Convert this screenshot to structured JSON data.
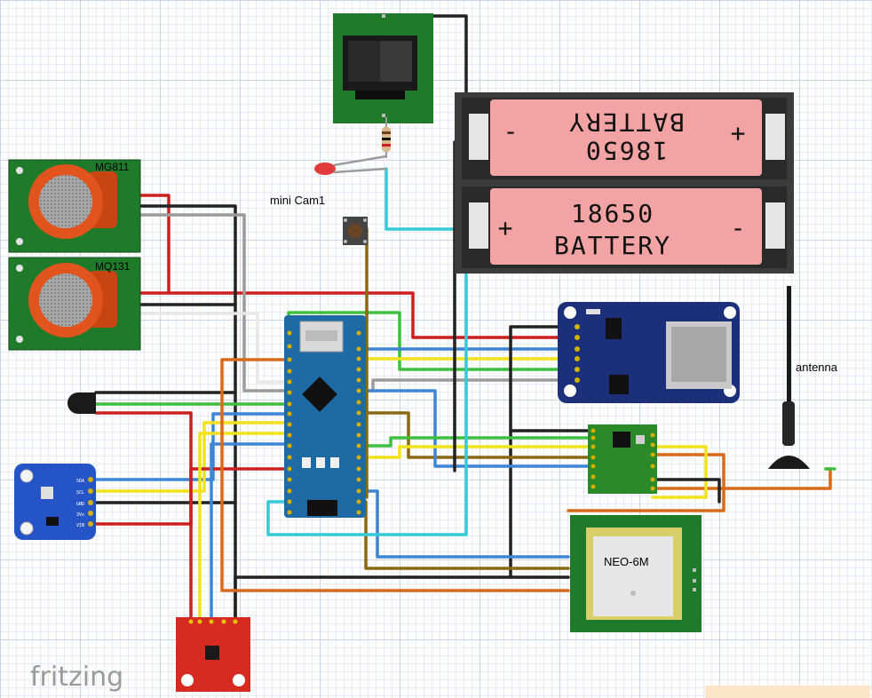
{
  "watermark": "fritzing",
  "labels": {
    "mg811": "MG811",
    "mq131": "MQ131",
    "mini_cam": "mini Cam1",
    "antenna": "antenna",
    "neo6m": "NEO-6M"
  },
  "battery": {
    "top_model": "18650",
    "top_word": "BATTERY",
    "bottom_model": "18650",
    "bottom_word": "BATTERY",
    "plus": "+",
    "minus": "-"
  },
  "bmp_pins": [
    "SDA",
    "SCL",
    "GND",
    "3Vo",
    "VIN"
  ],
  "colors": {
    "red": "#cc1f1f",
    "black": "#222222",
    "gray": "#9b9b9b",
    "white": "#f2f2f2",
    "green": "#3fbf3f",
    "blue": "#3d85d6",
    "yellow": "#f2e21b",
    "orange": "#d96a1c",
    "brown": "#8b6914",
    "cyan": "#36c9d6",
    "pcb_green": "#1f7a2a",
    "arduino_blue": "#1e6aa5",
    "sensor_orange": "#e2541d",
    "mag_red": "#d72b22"
  }
}
